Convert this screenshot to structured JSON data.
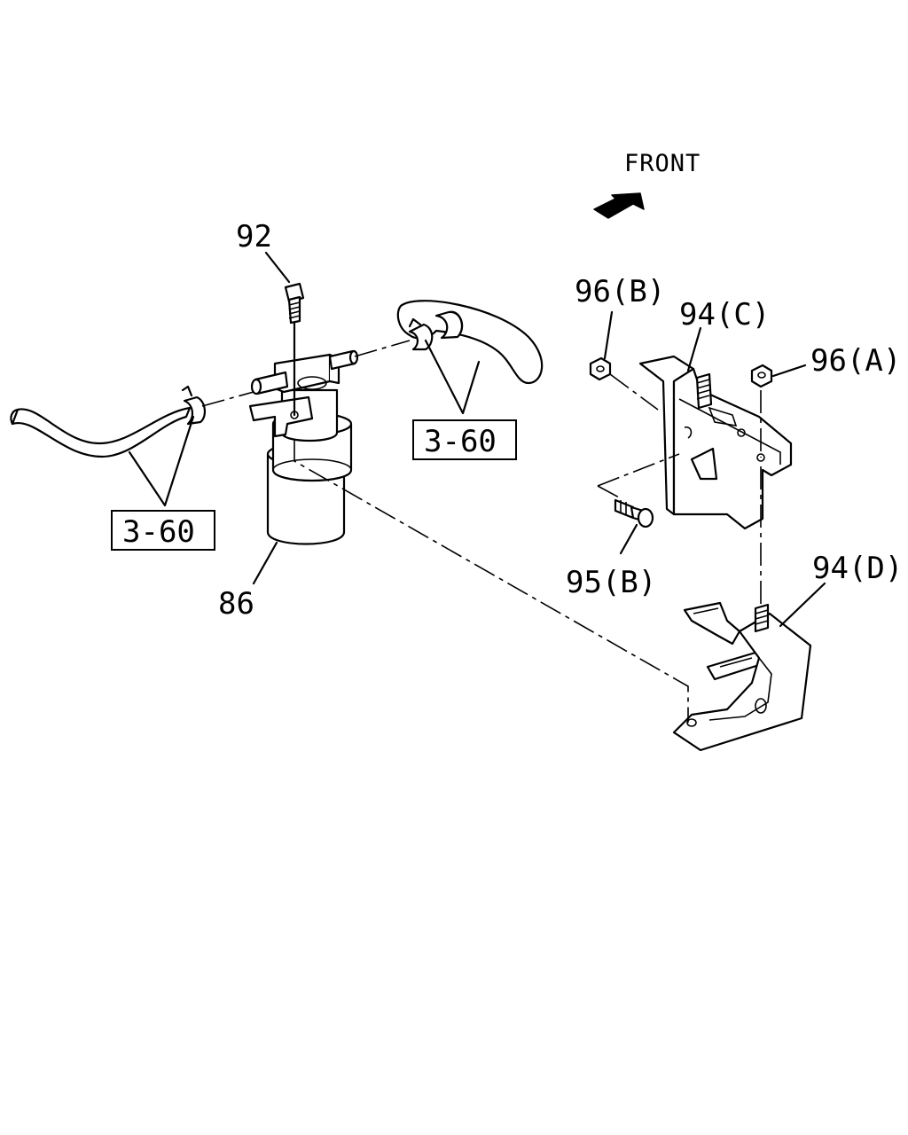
{
  "direction": {
    "label": "FRONT"
  },
  "callouts": {
    "bolt_top": "92",
    "receiver_drier": "86",
    "nut_b": "96(B)",
    "nut_a": "96(A)",
    "bracket_c": "94(C)",
    "bracket_d": "94(D)",
    "bolt_b": "95(B)"
  },
  "refs": {
    "left_hose": "3-60",
    "right_hose": "3-60"
  }
}
